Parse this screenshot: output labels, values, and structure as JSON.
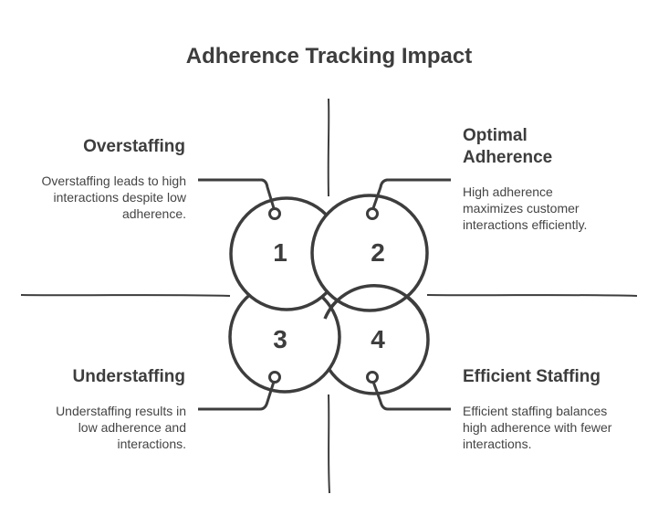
{
  "title": "Adherence Tracking Impact",
  "quadrants": [
    {
      "number": "1",
      "title": "Overstaffing",
      "description": "Overstaffing leads to high interactions despite low adherence."
    },
    {
      "number": "2",
      "title": "Optimal Adherence",
      "description": "High adherence maximizes customer interactions efficiently."
    },
    {
      "number": "3",
      "title": "Understaffing",
      "description": "Understaffing results in low adherence and interactions."
    },
    {
      "number": "4",
      "title": "Efficient Staffing",
      "description": "Efficient staffing balances high adherence with fewer interactions."
    }
  ],
  "colors": {
    "stroke": "#3d3d3d",
    "text": "#3d3d3d",
    "background": "#ffffff"
  }
}
